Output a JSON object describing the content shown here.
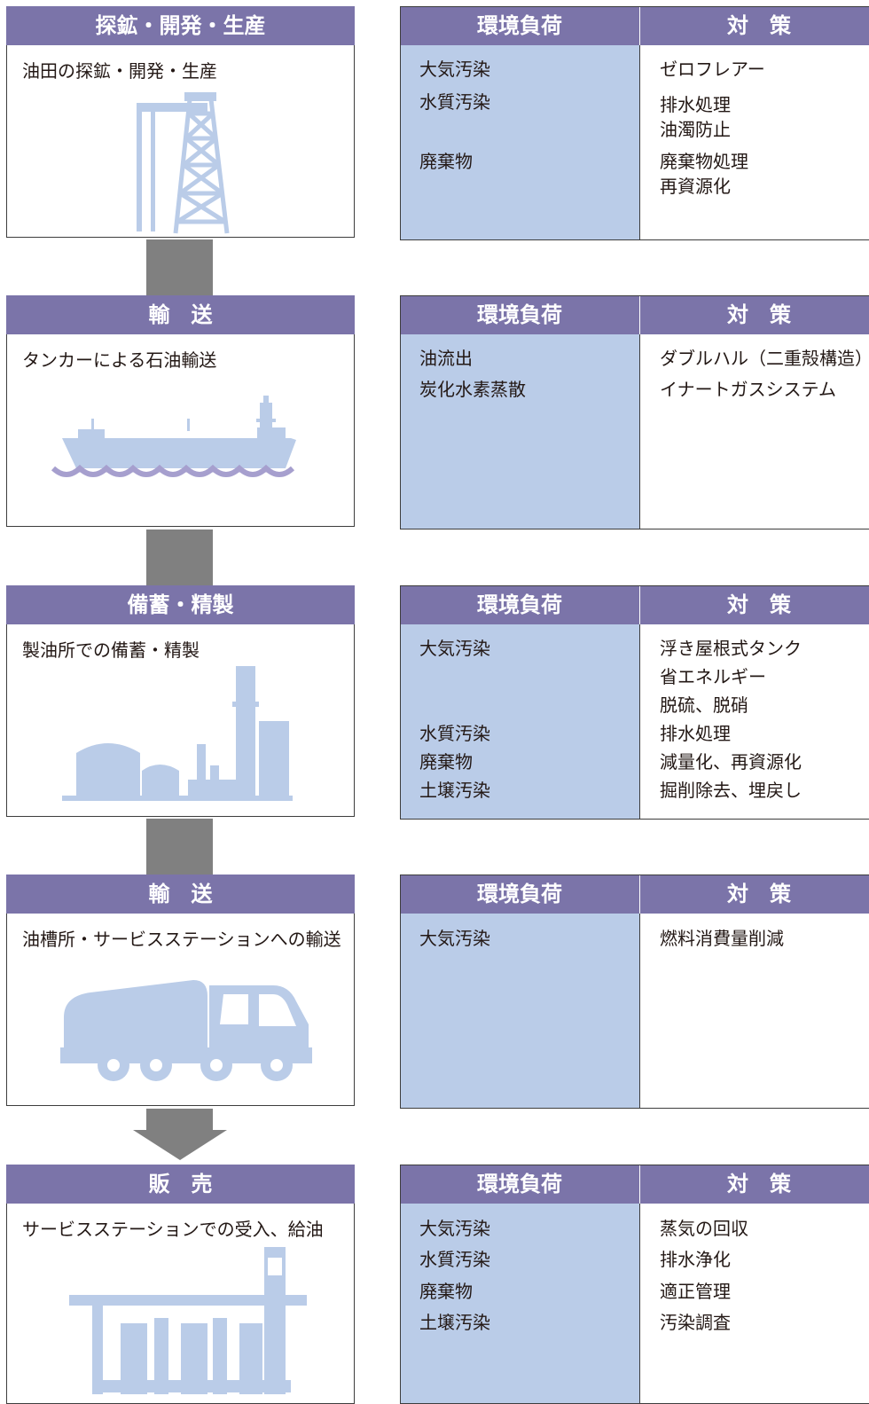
{
  "header_labels": {
    "load": "環境負荷",
    "measure": "対　策"
  },
  "colors": {
    "header_bg": "#7b74a9",
    "load_bg": "#bacce8",
    "illustration": "#bacce8",
    "connector": "#808080"
  },
  "stages": [
    {
      "title": "探鉱・開発・生産",
      "description": "油田の探鉱・開発・生産",
      "illustration": "oil-derrick-icon",
      "loads": [
        "大気汚染",
        "水質汚染",
        "廃棄物"
      ],
      "measures": [
        "ゼロフレアー",
        "排水処理",
        "油濁防止",
        "廃棄物処理",
        "再資源化"
      ]
    },
    {
      "title": "輸　送",
      "description": "タンカーによる石油輸送",
      "illustration": "tanker-ship-icon",
      "loads": [
        "油流出",
        "炭化水素蒸散"
      ],
      "measures": [
        "ダブルハル（二重殻構造）",
        "イナートガスシステム"
      ]
    },
    {
      "title": "備蓄・精製",
      "description": "製油所での備蓄・精製",
      "illustration": "refinery-icon",
      "loads": [
        "大気汚染",
        "水質汚染",
        "廃棄物",
        "土壌汚染"
      ],
      "measures": [
        "浮き屋根式タンク",
        "省エネルギー",
        "脱硫、脱硝",
        "排水処理",
        "減量化、再資源化",
        "掘削除去、埋戻し"
      ]
    },
    {
      "title": "輸　送",
      "description": "油槽所・サービスステーションへの輸送",
      "illustration": "tanker-truck-icon",
      "loads": [
        "大気汚染"
      ],
      "measures": [
        "燃料消費量削減"
      ]
    },
    {
      "title": "販　売",
      "description": "サービスステーションでの受入、給油",
      "illustration": "gas-station-icon",
      "loads": [
        "大気汚染",
        "水質汚染",
        "廃棄物",
        "土壌汚染"
      ],
      "measures": [
        "蒸気の回収",
        "排水浄化",
        "適正管理",
        "汚染調査"
      ]
    }
  ]
}
